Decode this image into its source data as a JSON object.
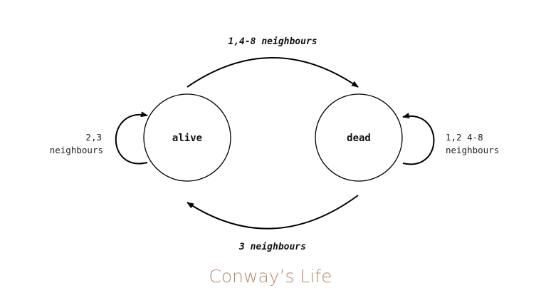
{
  "states": {
    "alive": "alive",
    "dead": "dead"
  },
  "transitions": {
    "alive_to_dead": "1,4-8 neighbours",
    "dead_to_alive": "3 neighbours",
    "alive_self": [
      "2,3",
      "neighbours"
    ],
    "dead_self": [
      "1,2 4-8",
      "neighbours"
    ]
  },
  "caption": "Conway’s Life",
  "colors": {
    "line": "#000000",
    "caption": "#b48a6a"
  }
}
